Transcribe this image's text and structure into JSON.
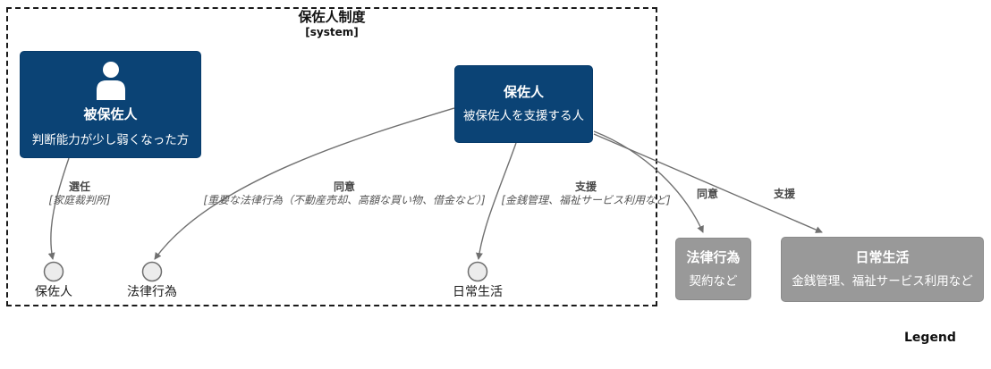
{
  "boundary": {
    "title": "保佐人制度",
    "subtitle": "[system]"
  },
  "nodes": {
    "hihosanin": {
      "title": "被保佐人",
      "desc": "判断能力が少し弱くなった方",
      "icon": "person-icon"
    },
    "hosanin": {
      "title": "保佐人",
      "desc": "被保佐人を支援する人"
    },
    "legal_ext": {
      "title": "法律行為",
      "desc": "契約など"
    },
    "daily_ext": {
      "title": "日常生活",
      "desc": "金銭管理、福祉サービス利用など"
    }
  },
  "edges": [
    {
      "label": "選任",
      "note": "[家庭裁判所]"
    },
    {
      "label": "同意",
      "note": "[重要な法律行為（不動産売却、高額な買い物、借金など）]"
    },
    {
      "label": "支援",
      "note": "[金銭管理、福祉サービス利用など]"
    },
    {
      "label": "同意",
      "note": ""
    },
    {
      "label": "支援",
      "note": ""
    }
  ],
  "terminals": [
    {
      "label": "保佐人"
    },
    {
      "label": "法律行為"
    },
    {
      "label": "日常生活"
    }
  ],
  "legend_label": "Legend",
  "colors": {
    "person_fill": "#0B4375",
    "person_border": "#073B6B",
    "external_fill": "#999999",
    "external_border": "#8A8A8A",
    "line": "#707070",
    "boundary": "#1A1A1A",
    "label_text": "#474747",
    "note_text": "#575757",
    "node_text": "#FFFFFF",
    "terminal_fill": "#ECECEC",
    "terminal_border": "#6E6E6E"
  }
}
